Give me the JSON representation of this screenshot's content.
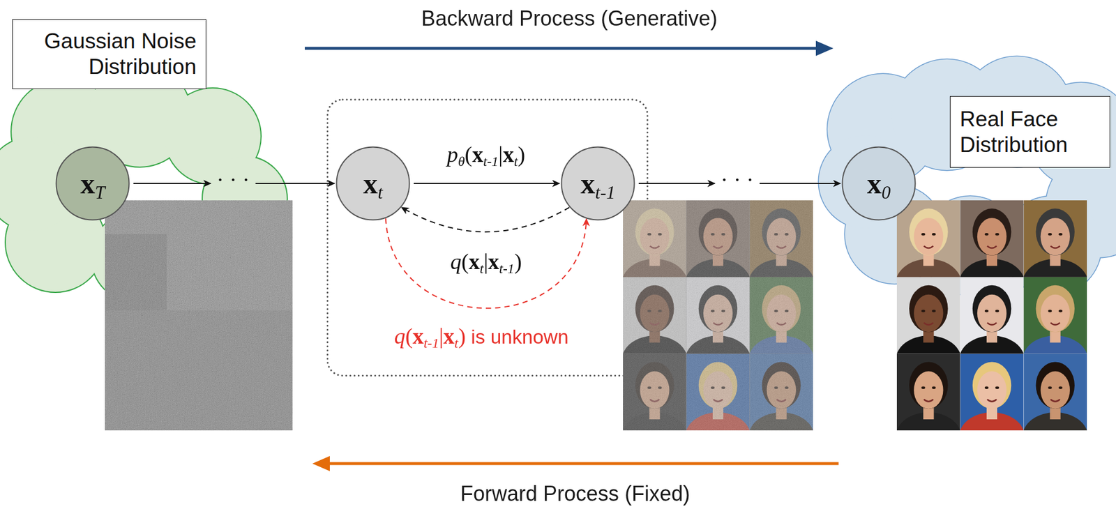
{
  "diagram": {
    "nodes": [
      {
        "text": [
          "Gaussian Noise Distribution"
        ]
      },
      {
        "text": [
          "xT"
        ]
      },
      {
        "text": [
          "xt"
        ]
      },
      {
        "text": [
          "xt-1"
        ]
      },
      {
        "text": [
          "Real Face Distribution"
        ]
      },
      {
        "text": [
          "x0"
        ]
      }
    ],
    "edges": [
      {
        "from": 1,
        "to": 2,
        "arrow": "to",
        "label": "· · ·"
      },
      {
        "from": 2,
        "to": 3,
        "arrow": "to",
        "label": "pθ(xt-1|xt)"
      },
      {
        "from": 3,
        "to": 2,
        "arrow": "to",
        "label": "q(xt|xt-1)"
      },
      {
        "from": 2,
        "to": 3,
        "arrow": "to",
        "label": "q(xt-1|xt) is unknown"
      },
      {
        "from": 3,
        "to": 5,
        "arrow": "to",
        "label": "· · ·"
      }
    ],
    "labels": [
      "Backward Process (Generative)",
      "Forward Process (Fixed)"
    ]
  }
}
